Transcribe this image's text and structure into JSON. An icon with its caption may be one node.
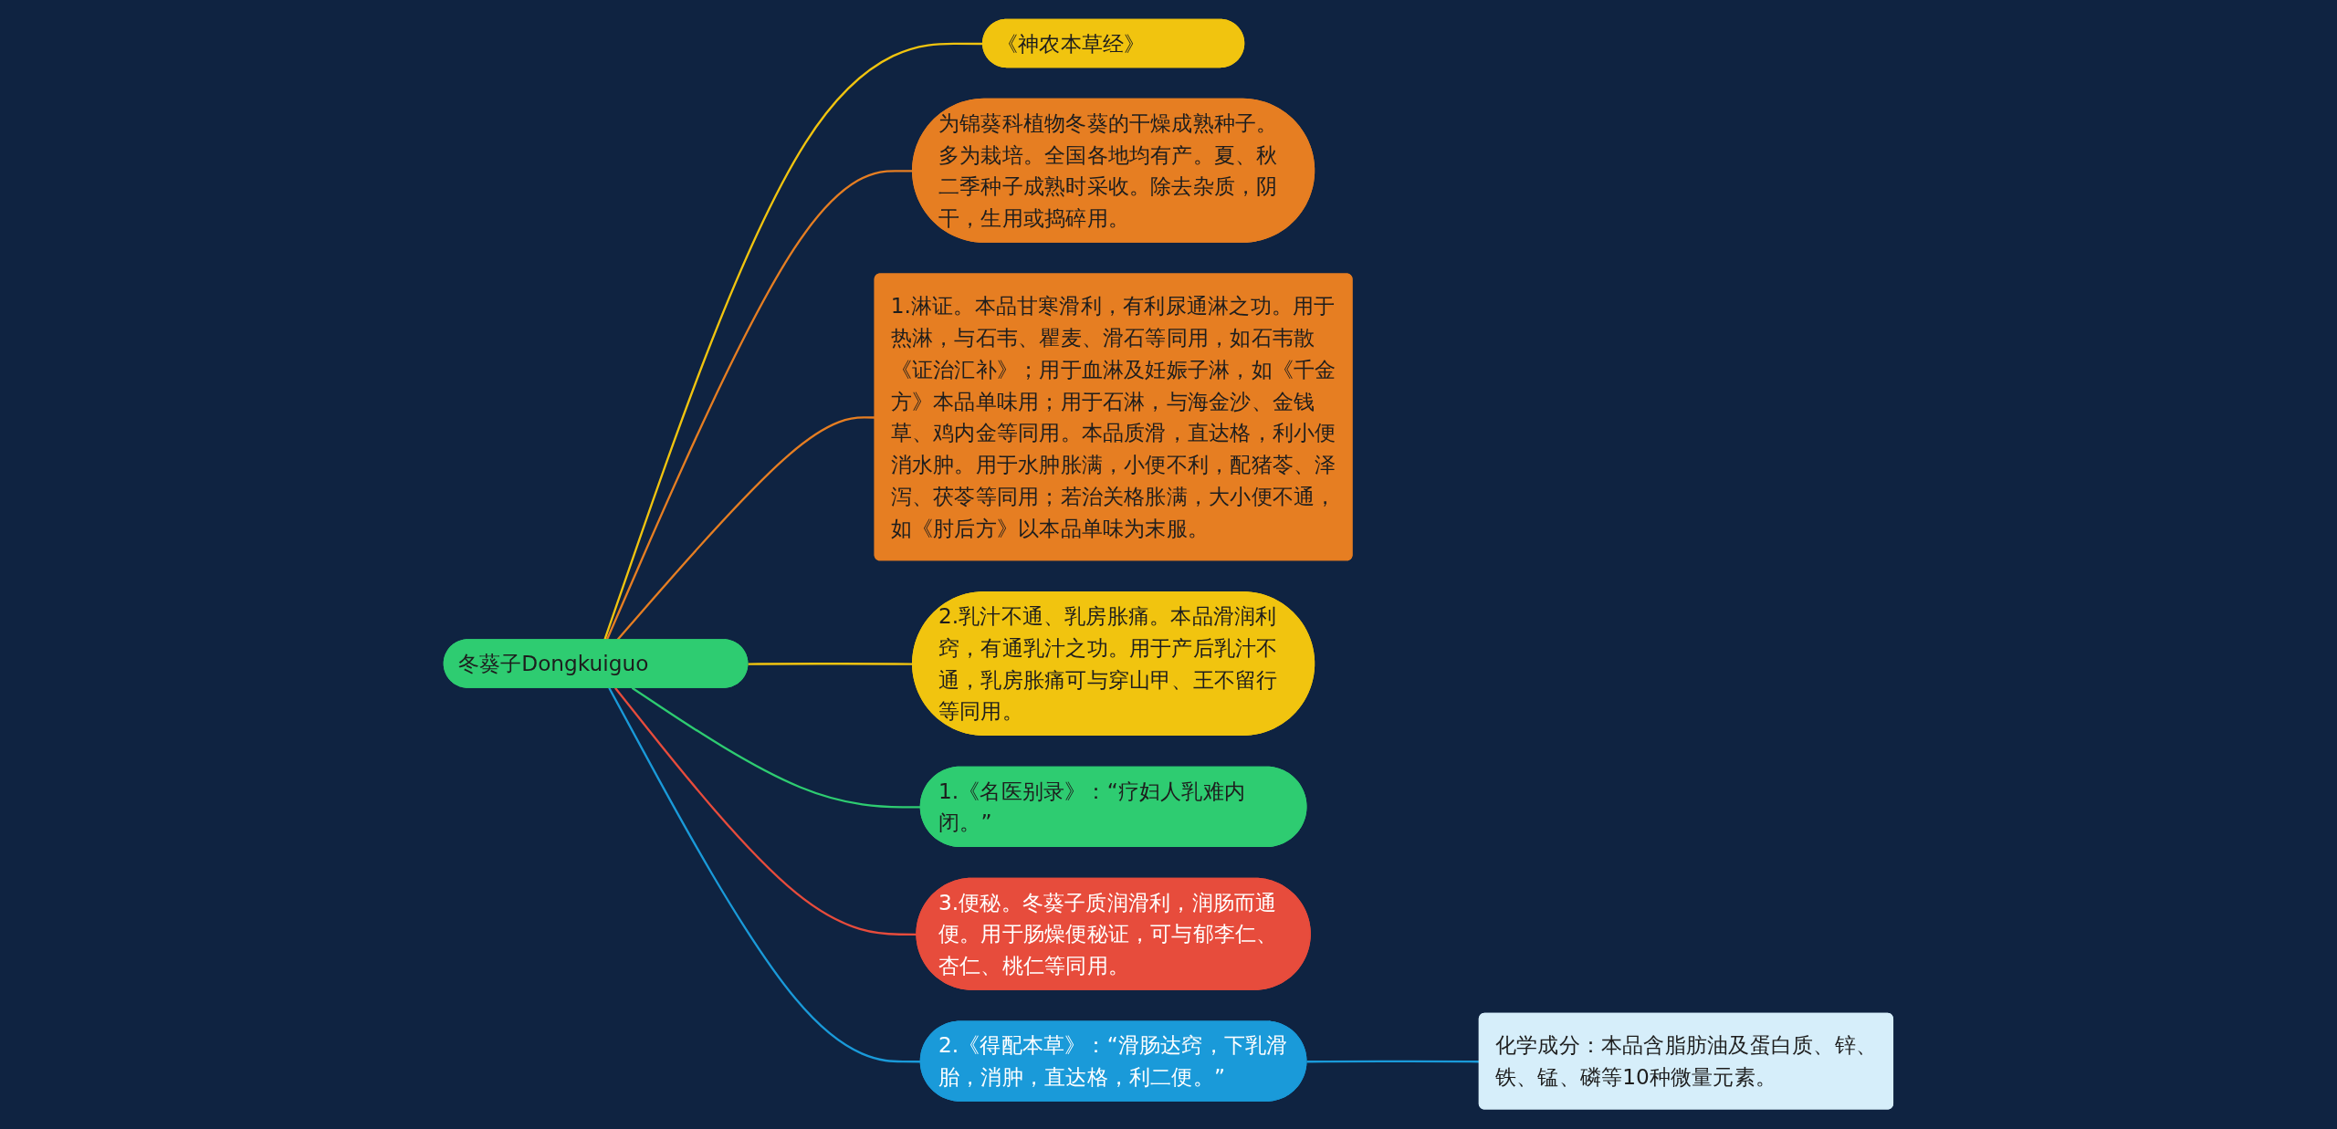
{
  "diagram": {
    "nodes": [
      {
        "text": [
          "冬葵子Dongkuiguo"
        ]
      },
      {
        "text": [
          "《神农本草经》"
        ]
      },
      {
        "text": [
          "为锦葵科植物冬葵的干燥成熟种子。多为栽培。全国各地均有产。夏、秋二季种子成熟时采收。除去杂质，阴干，生用或捣碎用。"
        ]
      },
      {
        "text": [
          "1.淋证。本品甘寒滑利，有利尿通淋之功。用于热淋，与石韦、瞿麦、滑石等同用，如石韦散《证治汇补》；用于血淋及妊娠子淋，如《千金方》本品单味用；用于石淋，与海金沙、金钱草、鸡内金等同用。本品质滑，直达格，利小便消水肿。用于水肿胀满，小便不利，配猪苓、泽泻、茯苓等同用；若治关格胀满，大小便不通，如《肘后方》以本品单味为末服。"
        ]
      },
      {
        "text": [
          "2.乳汁不通、乳房胀痛。本品滑润利窍，有通乳汁之功。用于产后乳汁不通，乳房胀痛可与穿山甲、王不留行等同用。"
        ]
      },
      {
        "text": [
          "1.《名医别录》：“疗妇人乳难内闭。”"
        ]
      },
      {
        "text": [
          "3.便秘。冬葵子质润滑利，润肠而通便。用于肠燥便秘证，可与郁李仁、杏仁、桃仁等同用。"
        ]
      },
      {
        "text": [
          "2.《得配本草》：“滑肠达窍，下乳滑胎，消肿，直达格，利二便。”"
        ]
      },
      {
        "text": [
          "化学成分：本品含脂肪油及蛋白质、锌、铁、锰、磷等10种微量元素。"
        ]
      }
    ],
    "edges": [
      {
        "from": 0,
        "to": 1,
        "arrow": "none",
        "color": "#f1c40f"
      },
      {
        "from": 0,
        "to": 2,
        "arrow": "none",
        "color": "#e67e22"
      },
      {
        "from": 0,
        "to": 3,
        "arrow": "none",
        "color": "#e67e22"
      },
      {
        "from": 0,
        "to": 4,
        "arrow": "none",
        "color": "#f1c40f"
      },
      {
        "from": 0,
        "to": 5,
        "arrow": "none",
        "color": "#2ecc71"
      },
      {
        "from": 0,
        "to": 6,
        "arrow": "none",
        "color": "#e74c3c"
      },
      {
        "from": 0,
        "to": 7,
        "arrow": "none",
        "color": "#1a9ad9"
      },
      {
        "from": 7,
        "to": 8,
        "arrow": "none",
        "color": "#1a9ad9"
      }
    ]
  }
}
